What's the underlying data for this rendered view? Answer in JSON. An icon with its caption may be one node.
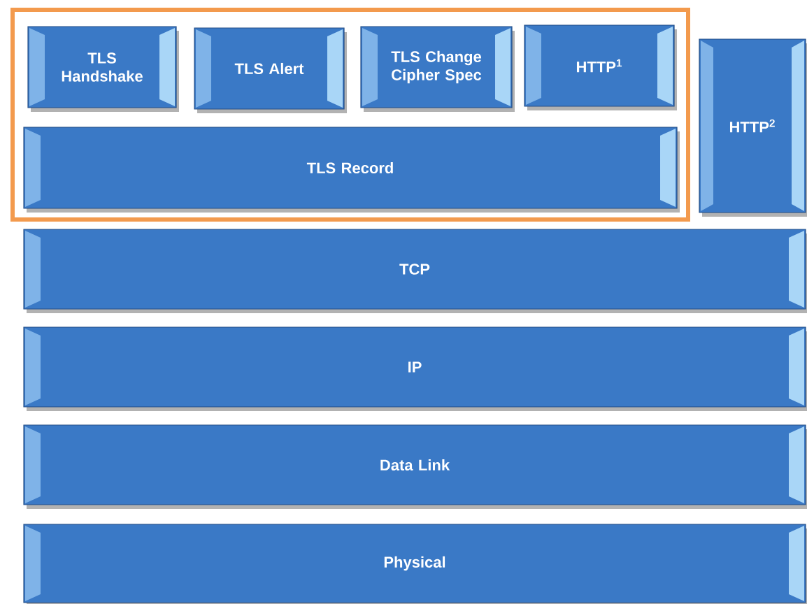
{
  "diagram": {
    "nodes": [
      {
        "text": [],
        "shape": "box"
      },
      {
        "text": [
          "TLS Handshake"
        ],
        "in": 0
      },
      {
        "text": [
          "TLS Alert"
        ],
        "in": 0
      },
      {
        "text": [
          "TLS Change Cipher Spec"
        ],
        "in": 0
      },
      {
        "text": [
          "HTTP$^{1}$"
        ],
        "in": 0
      },
      {
        "text": [
          "TLS Record"
        ],
        "in": 0
      },
      {
        "text": [
          "HTTP$^{2}$"
        ]
      },
      {
        "text": [
          "TCP"
        ]
      },
      {
        "text": [
          "IP"
        ]
      },
      {
        "text": [
          "Data Link"
        ]
      },
      {
        "text": [
          "Physical"
        ]
      }
    ]
  }
}
